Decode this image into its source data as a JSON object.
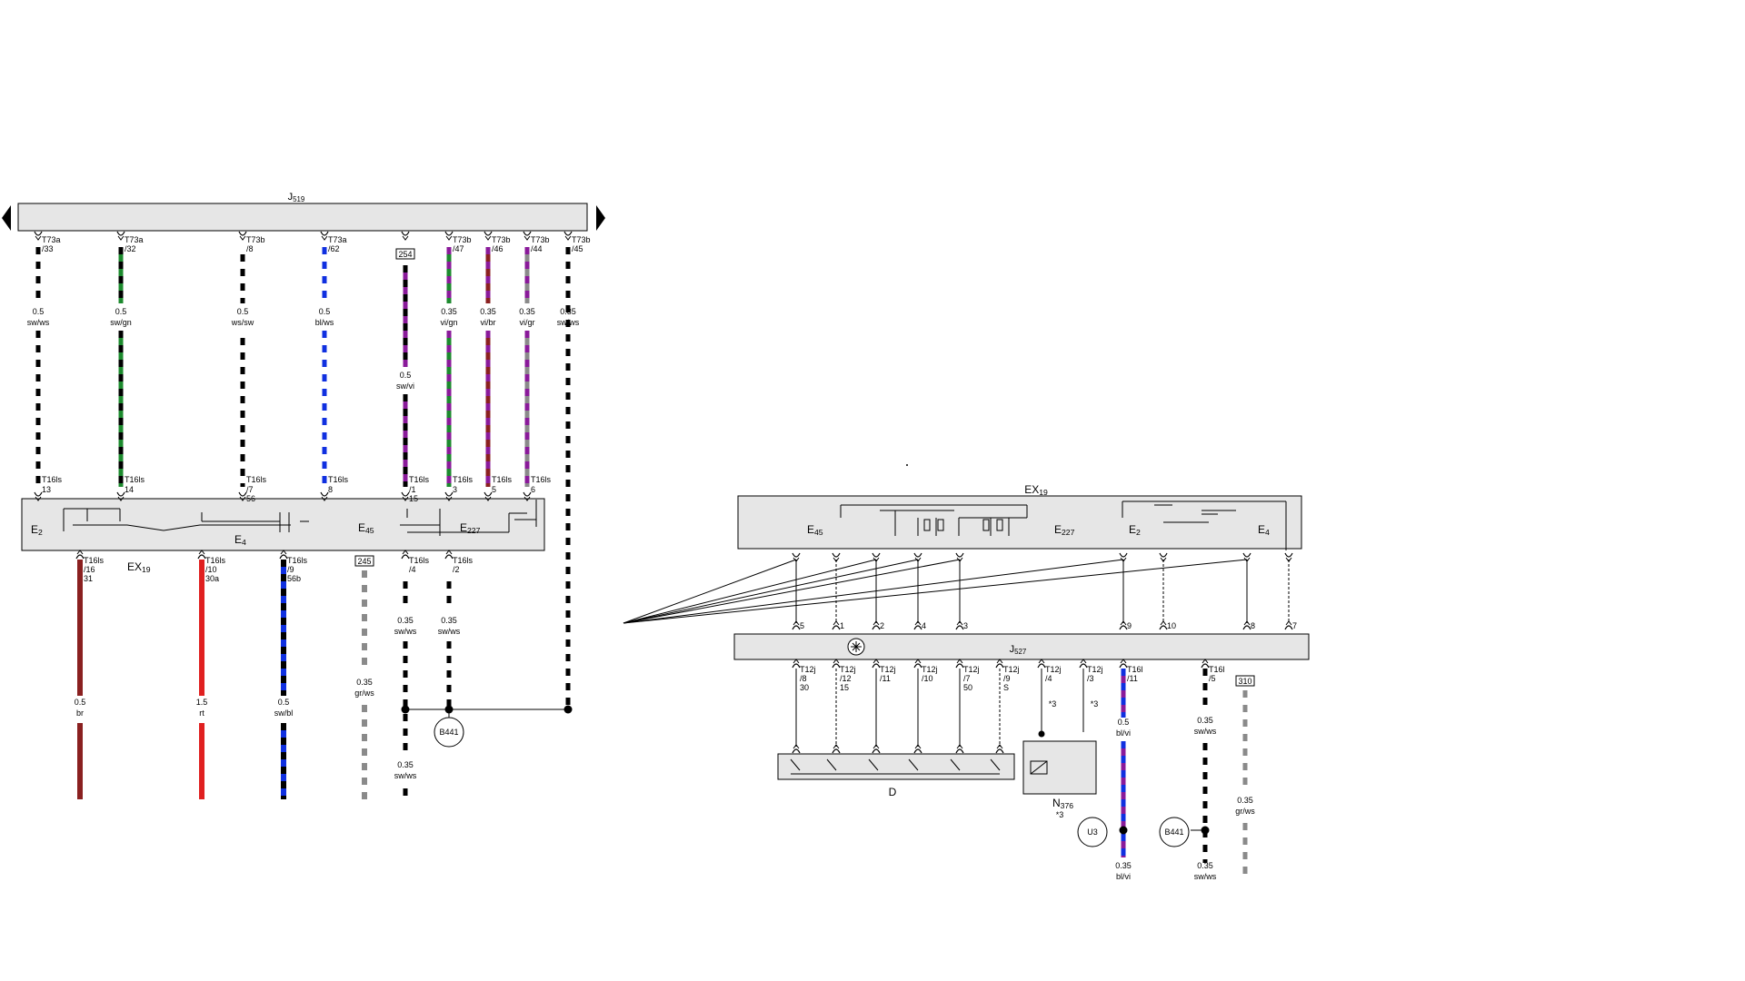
{
  "colors": {
    "sw": "#000000",
    "ws": "#ffffff",
    "gn": "#1c8a2e",
    "bl": "#1030e0",
    "vi": "#8a1a9a",
    "br": "#8a2020",
    "rt": "#e02020",
    "gr": "#8a8a8a",
    "box": "#e6e6e6"
  },
  "icons": {
    "nav_left": "triangle-left-icon",
    "nav_right": "triangle-right-icon",
    "ground": "ground-circle-icon",
    "light": "sun-icon"
  },
  "left": {
    "bus_label": "J519",
    "module_label": "EX19",
    "comp_e2": "E2",
    "comp_e4": "E4",
    "comp_e45": "E45",
    "comp_e227": "E227",
    "ground_label": "B441",
    "refs": [
      {
        "text": "254"
      },
      {
        "text": "245"
      }
    ],
    "top_wires": [
      {
        "conn": "T73a",
        "pin": "/33",
        "size": "0.5",
        "color_text": "sw/ws",
        "c1": "sw",
        "c2": "ws",
        "tconn": "T16ls",
        "tpin": "13",
        "tpin2": ""
      },
      {
        "conn": "T73a",
        "pin": "/32",
        "size": "0.5",
        "color_text": "sw/gn",
        "c1": "sw",
        "c2": "gn",
        "tconn": "T16ls",
        "tpin": "14",
        "tpin2": ""
      },
      {
        "conn": "T73b",
        "pin": "/8",
        "size": "0.5",
        "color_text": "ws/sw",
        "c1": "ws",
        "c2": "sw",
        "tconn": "T16ls",
        "tpin": "/7",
        "tpin2": "56"
      },
      {
        "conn": "T73a",
        "pin": "/62",
        "size": "0.5",
        "color_text": "bl/ws",
        "c1": "bl",
        "c2": "ws",
        "tconn": "T16ls",
        "tpin": "8",
        "tpin2": ""
      },
      {
        "conn": "",
        "pin": "",
        "size": "0.5",
        "color_text": "sw/vi",
        "c1": "sw",
        "c2": "vi",
        "tconn": "T16ls",
        "tpin": "/1",
        "tpin2": "15"
      },
      {
        "conn": "T73b",
        "pin": "/47",
        "size": "0.35",
        "color_text": "vi/gn",
        "c1": "vi",
        "c2": "gn",
        "tconn": "T16ls",
        "tpin": "3",
        "tpin2": ""
      },
      {
        "conn": "T73b",
        "pin": "/46",
        "size": "0.35",
        "color_text": "vi/br",
        "c1": "vi",
        "c2": "br",
        "tconn": "T16ls",
        "tpin": "5",
        "tpin2": ""
      },
      {
        "conn": "T73b",
        "pin": "/44",
        "size": "0.35",
        "color_text": "vi/gr",
        "c1": "vi",
        "c2": "gr",
        "tconn": "T16ls",
        "tpin": "6",
        "tpin2": ""
      },
      {
        "conn": "T73b",
        "pin": "/45",
        "size": "0.35",
        "color_text": "sw/ws",
        "c1": "sw",
        "c2": "ws",
        "tconn": "",
        "tpin": "",
        "tpin2": ""
      }
    ],
    "bottom_wires": [
      {
        "conn": "T16ls",
        "pin": "/16",
        "pin2": "31",
        "size": "0.5",
        "color_text": "br",
        "c1": "br",
        "c2": "br"
      },
      {
        "conn": "T16ls",
        "pin": "/10",
        "pin2": "30a",
        "size": "1.5",
        "color_text": "rt",
        "c1": "rt",
        "c2": "rt"
      },
      {
        "conn": "T16ls",
        "pin": "/9",
        "pin2": "56b",
        "size": "0.5",
        "color_text": "sw/bl",
        "c1": "sw",
        "c2": "bl"
      },
      {
        "conn": "",
        "pin": "",
        "pin2": "",
        "size": "0.35",
        "color_text": "gr/ws",
        "c1": "gr",
        "c2": "ws"
      },
      {
        "conn": "T16ls",
        "pin": "/4",
        "pin2": "",
        "size": "0.35",
        "color_text": "sw/ws",
        "c1": "sw",
        "c2": "ws"
      },
      {
        "conn": "T16ls",
        "pin": "/2",
        "pin2": "",
        "size": "0.35",
        "color_text": "sw/ws",
        "c1": "sw",
        "c2": "ws"
      }
    ],
    "lower_wire": {
      "size": "0.35",
      "color_text": "sw/ws"
    }
  },
  "right": {
    "module_label": "EX19",
    "bus_label": "J527",
    "comp_e45": "E45",
    "comp_e227": "E227",
    "comp_e2": "E2",
    "comp_e4": "E4",
    "switch_label": "D",
    "relay_label": "N376",
    "star_note": "*3",
    "ground_u3": "U3",
    "ground_b441": "B441",
    "ref": "310",
    "upper_pins": [
      "5",
      "1",
      "2",
      "4",
      "3",
      "9",
      "10",
      "8",
      "7"
    ],
    "lower_wires": [
      {
        "conn": "T12j",
        "pin": "/8",
        "pin2": "30"
      },
      {
        "conn": "T12j",
        "pin": "/12",
        "pin2": "15"
      },
      {
        "conn": "T12j",
        "pin": "/11",
        "pin2": ""
      },
      {
        "conn": "T12j",
        "pin": "/10",
        "pin2": ""
      },
      {
        "conn": "T12j",
        "pin": "/7",
        "pin2": "50"
      },
      {
        "conn": "T12j",
        "pin": "/9",
        "pin2": "S"
      },
      {
        "conn": "T12j",
        "pin": "/4",
        "pin2": ""
      },
      {
        "conn": "T12j",
        "pin": "/3",
        "pin2": ""
      },
      {
        "conn": "T16l",
        "pin": "/11",
        "pin2": ""
      },
      {
        "conn": "T16l",
        "pin": "/5",
        "pin2": ""
      }
    ],
    "wire_blvi": {
      "size": "0.5",
      "color_text": "bl/vi",
      "size2": "0.35",
      "color_text2": "bl/vi"
    },
    "wire_swws": {
      "size": "0.35",
      "color_text": "sw/ws",
      "size2": "0.35",
      "color_text2": "sw/ws"
    },
    "wire_grws": {
      "size": "0.35",
      "color_text": "gr/ws"
    }
  }
}
